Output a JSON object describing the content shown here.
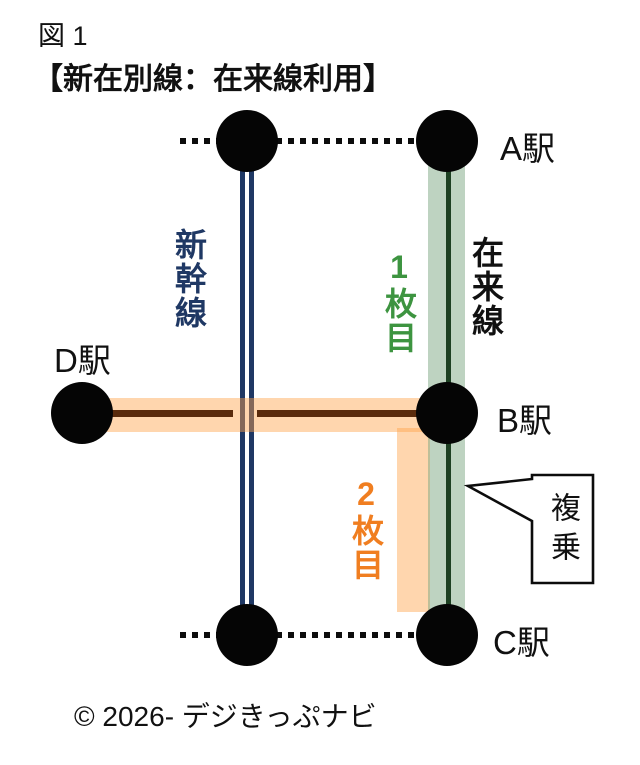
{
  "figure": {
    "label": "図 1",
    "title": "【新在別線：在来線利用】"
  },
  "diagram": {
    "stations": [
      {
        "id": "a",
        "label": "A駅"
      },
      {
        "id": "b",
        "label": "B駅"
      },
      {
        "id": "c",
        "label": "C駅"
      },
      {
        "id": "d",
        "label": "D駅"
      }
    ],
    "lines": [
      {
        "id": "shinkansen",
        "label": "新幹線",
        "color": "#1F3864",
        "style": "double-navy-line"
      },
      {
        "id": "zairaisen",
        "label": "在来線",
        "color": "#1D4022",
        "style": "dark-green-line"
      }
    ],
    "tickets": [
      {
        "id": "ticket-1",
        "label": "1枚目",
        "text_color": "#3D9440",
        "highlight_color": "#BED3C1"
      },
      {
        "id": "ticket-2",
        "label": "2枚目",
        "text_color": "#F07E20",
        "highlight_color": "#FFD6AE"
      }
    ],
    "callout": {
      "label": "複乗"
    }
  },
  "footer": {
    "copyright": "© 2026- デジきっぷナビ"
  }
}
